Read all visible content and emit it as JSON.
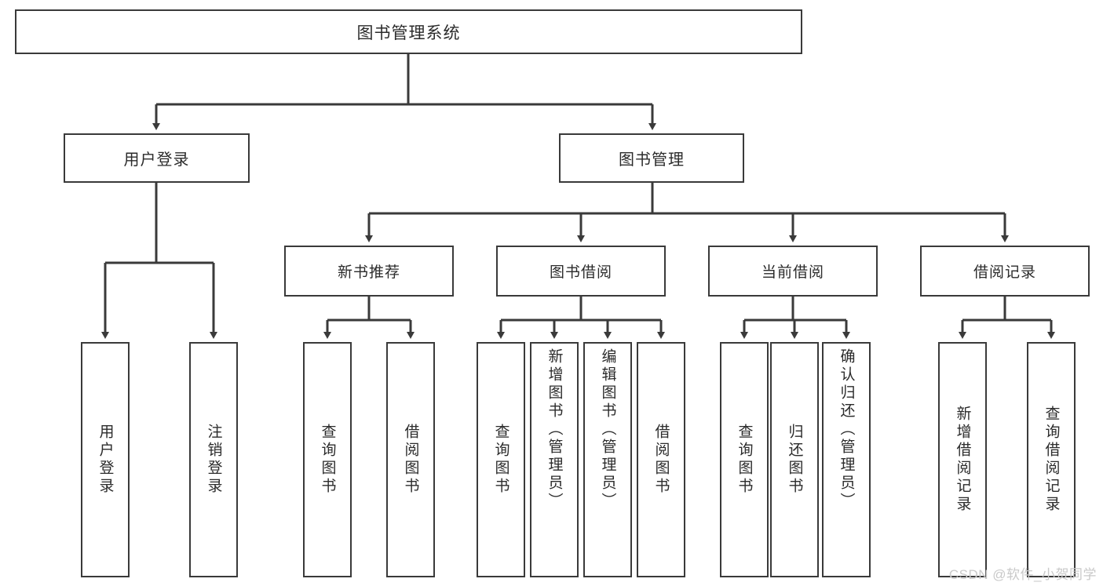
{
  "diagram": {
    "title": "图书管理系统",
    "watermark": "CSDN @软件_小贺同学",
    "colors": {
      "stroke": "#3a3a3a",
      "background": "#ffffff",
      "text": "#2b2b2b",
      "watermark": "#c9c9c9"
    },
    "root": {
      "label": "图书管理系统"
    },
    "level1": [
      {
        "label": "用户登录"
      },
      {
        "label": "图书管理"
      }
    ],
    "level2": [
      {
        "label": "新书推荐"
      },
      {
        "label": "图书借阅"
      },
      {
        "label": "当前借阅"
      },
      {
        "label": "借阅记录"
      }
    ],
    "leaves": {
      "user_login": [
        {
          "label": "用户登录"
        },
        {
          "label": "注销登录"
        }
      ],
      "new_book": [
        {
          "label": "查询图书"
        },
        {
          "label": "借阅图书"
        }
      ],
      "book_borrow": [
        {
          "label": "查询图书"
        },
        {
          "label": "新增图书（管理员）"
        },
        {
          "label": "编辑图书（管理员）"
        },
        {
          "label": "借阅图书"
        }
      ],
      "current_borrow": [
        {
          "label": "查询图书"
        },
        {
          "label": "归还图书"
        },
        {
          "label": "确认归还（管理员）"
        }
      ],
      "borrow_record": [
        {
          "label": "新增借阅记录"
        },
        {
          "label": "查询借阅记录"
        }
      ]
    }
  }
}
